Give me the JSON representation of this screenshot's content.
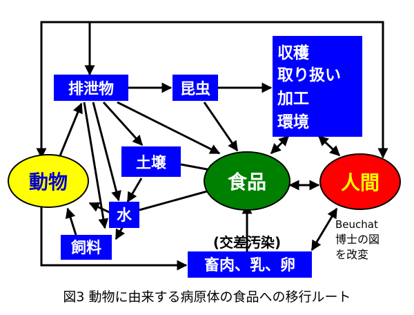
{
  "nodes": {
    "excreta": "排泄物",
    "insects": "昆虫",
    "harvest": [
      "収穫",
      "取り扱い",
      "加工",
      "環境"
    ],
    "soil": "土壌",
    "animals": "動物",
    "food": "食品",
    "humans": "人間",
    "water": "水",
    "feed": "飼料",
    "livestock": "畜肉、乳、卵"
  },
  "labels": {
    "cross_contamination": "(交差汚染)",
    "attribution": [
      "Beuchat",
      "博士の図",
      "を改変"
    ]
  },
  "caption": "図3  動物に由来する病原体の食品への移行ルート",
  "colors": {
    "box_fill": "#0000ff",
    "box_text": "#ffffff",
    "animals_fill": "#ffff00",
    "animals_text": "#0000cc",
    "food_fill": "#008000",
    "food_text": "#ffffff",
    "humans_fill": "#ff0000",
    "humans_text": "#ffff00",
    "arrow": "#000000"
  }
}
